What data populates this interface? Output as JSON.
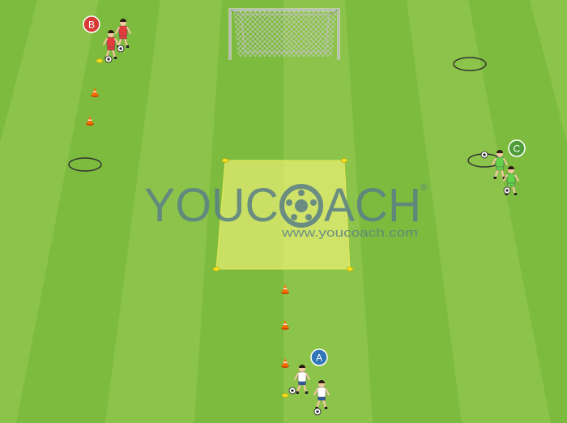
{
  "pitch": {
    "stripe_light": "#8cc34a",
    "stripe_dark": "#7dbb3e"
  },
  "zone": {
    "fill": "#f2f47a"
  },
  "watermark": {
    "brand_left": "YOUC",
    "brand_right": "ACH",
    "registered": "®",
    "url": "www.youcoach.com",
    "color": "#5a7f86"
  },
  "groups": [
    {
      "label": "B",
      "badge_color": "#d63a35",
      "kit_color": "#e23b3b"
    },
    {
      "label": "C",
      "badge_color": "#4f9d3a",
      "kit_color": "#62d24a"
    },
    {
      "label": "A",
      "badge_color": "#2f77b8",
      "kit_color": "#ffffff"
    }
  ],
  "equipment": {
    "cone_color": "#ff6a00",
    "marker_color": "#f2df1e"
  }
}
